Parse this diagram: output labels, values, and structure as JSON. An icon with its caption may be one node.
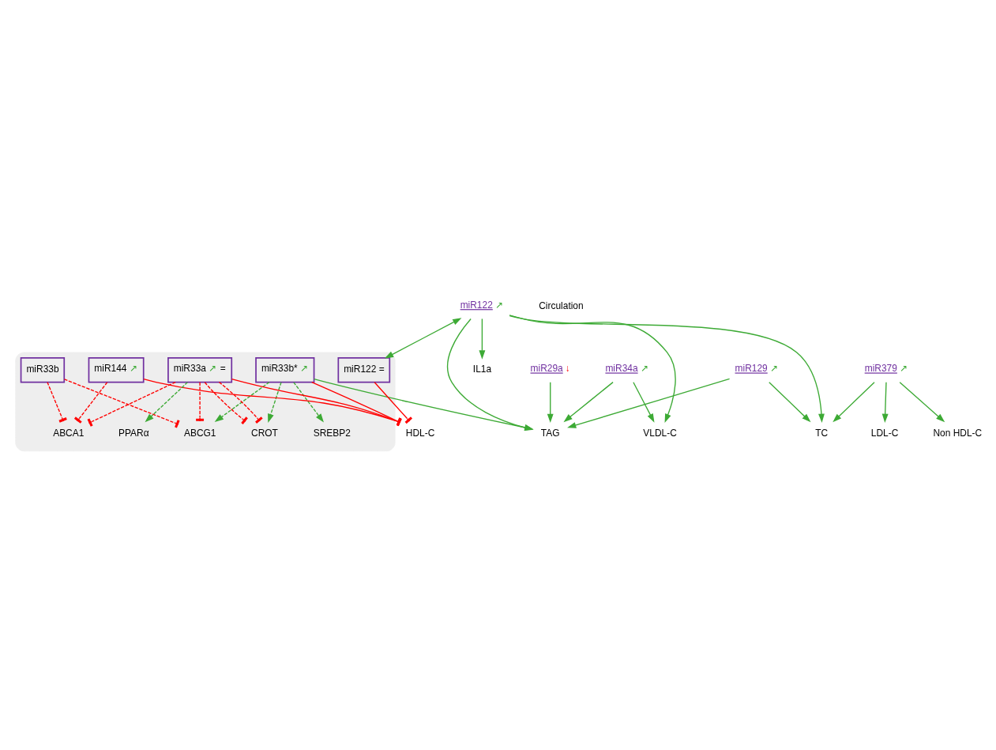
{
  "diagram": {
    "nodes": [
      {
        "text": [],
        "shape": "cloud"
      },
      {
        "text": [
          "ABCG1"
        ],
        "in": 0
      },
      {
        "text": [
          "miR33b*",
          "↗"
        ],
        "in": 0
      },
      {
        "text": [
          "ABCA1"
        ],
        "in": 0
      },
      {
        "text": [
          "CROT"
        ],
        "in": 0
      },
      {
        "text": [
          "miR144",
          "↗"
        ],
        "in": 0
      },
      {
        "text": [
          "SREBP2"
        ],
        "in": 0
      },
      {
        "text": [
          "miR129",
          "↗"
        ]
      },
      {
        "text": [
          "miR33b"
        ],
        "in": 0
      },
      {
        "text": [
          "miR33a",
          "↗",
          "="
        ],
        "in": 0
      },
      {
        "text": [
          "TAG"
        ]
      },
      {
        "text": [
          "HDL-C"
        ]
      },
      {
        "text": [
          "PPARα"
        ],
        "in": 0
      },
      {
        "text": [
          "VLDL-C"
        ]
      },
      {
        "text": [
          "TC"
        ]
      },
      {
        "text": [
          "LDL-C"
        ]
      },
      {
        "text": [
          "miR122 ="
        ],
        "in": 0
      },
      {
        "text": [
          "IL1a"
        ]
      },
      {
        "text": [
          "Non HDL-C"
        ]
      },
      {
        "text": [
          "miR122",
          "↗"
        ]
      },
      {
        "text": [
          "miR34a",
          "↗"
        ]
      },
      {
        "text": [
          "miR29a",
          "↓"
        ]
      },
      {
        "text": [
          "miR379",
          "↗"
        ]
      }
    ],
    "edges": [
      {
        "from": 8,
        "to": 3,
        "arrow": "other",
        "style": "dashed",
        "color": "#ff0000"
      },
      {
        "from": 8,
        "to": 1,
        "arrow": "other",
        "style": "dashed",
        "color": "#ff0000"
      },
      {
        "from": 9,
        "to": 1,
        "arrow": "other",
        "style": "dashed",
        "color": "#ff0000"
      },
      {
        "from": 9,
        "to": 3,
        "arrow": "other",
        "style": "dashed",
        "color": "#ff0000"
      },
      {
        "from": 9,
        "to": 4,
        "arrow": "other",
        "style": "dashed",
        "color": "#ff0000"
      },
      {
        "from": 9,
        "to": 4,
        "arrow": "other",
        "style": "dashed",
        "color": "#ff0000"
      },
      {
        "from": 5,
        "to": 3,
        "arrow": "other",
        "style": "dashed",
        "color": "#ff0000"
      },
      {
        "from": 2,
        "to": 1,
        "arrow": "to",
        "style": "dashed"
      },
      {
        "from": 2,
        "to": 4,
        "arrow": "to",
        "style": "dashed"
      },
      {
        "from": 2,
        "to": 6,
        "arrow": "to",
        "style": "dashed"
      },
      {
        "from": 2,
        "to": 11,
        "arrow": "other",
        "color": "#ff0000"
      },
      {
        "from": 5,
        "to": 11,
        "arrow": "other",
        "color": "#ff0000"
      },
      {
        "from": 9,
        "to": 11,
        "arrow": "other",
        "color": "#ff0000"
      },
      {
        "from": 16,
        "to": 11,
        "arrow": "other",
        "color": "#ff0000"
      },
      {
        "from": 9,
        "to": 12,
        "arrow": "to",
        "style": "dashed"
      },
      {
        "from": 2,
        "to": 10,
        "arrow": "to"
      },
      {
        "from": 7,
        "to": 10,
        "arrow": "to"
      },
      {
        "from": 7,
        "to": 14,
        "arrow": "to"
      },
      {
        "from": 19,
        "to": 16,
        "arrow": "both"
      },
      {
        "from": 19,
        "to": 17,
        "arrow": "to"
      },
      {
        "from": 19,
        "to": 13,
        "arrow": "to"
      },
      {
        "from": 19,
        "to": 10,
        "arrow": "to"
      },
      {
        "from": 19,
        "to": 14,
        "arrow": "to"
      },
      {
        "from": 20,
        "to": 13,
        "arrow": "to"
      },
      {
        "from": 20,
        "to": 10,
        "arrow": "to"
      },
      {
        "from": 21,
        "to": 10,
        "arrow": "to"
      },
      {
        "from": 22,
        "to": 15,
        "arrow": "to"
      },
      {
        "from": 22,
        "to": 14,
        "arrow": "to"
      },
      {
        "from": 22,
        "to": 18,
        "arrow": "to"
      }
    ],
    "labels": [
      "Circulation"
    ]
  }
}
